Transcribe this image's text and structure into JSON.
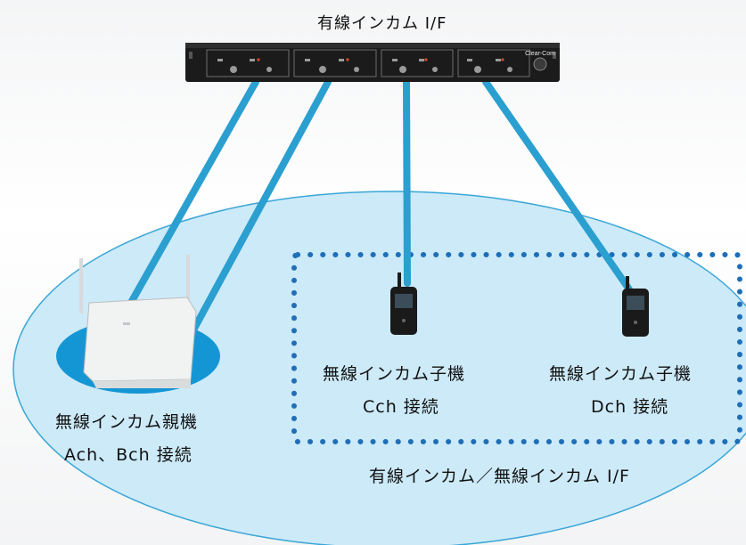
{
  "title": "有線インカム I/F",
  "rack_brand": "Clear-Com",
  "base_station": {
    "name": "無線インカム親機",
    "channels": "Ach、Bch 接続"
  },
  "handsets": [
    {
      "name": "無線インカム子機",
      "channel": "Cch 接続"
    },
    {
      "name": "無線インカム子機",
      "channel": "Dch 接続"
    }
  ],
  "group_label": "有線インカム／無線インカム I/F",
  "colors": {
    "cable": "#2a9fd0",
    "ellipse_fill": "#cdeaf8",
    "ellipse_stroke": "#3aa6d8",
    "dotted_box": "#1e6fb8",
    "base_pad": "#1596d4",
    "rack_body": "#1b1b1b"
  }
}
